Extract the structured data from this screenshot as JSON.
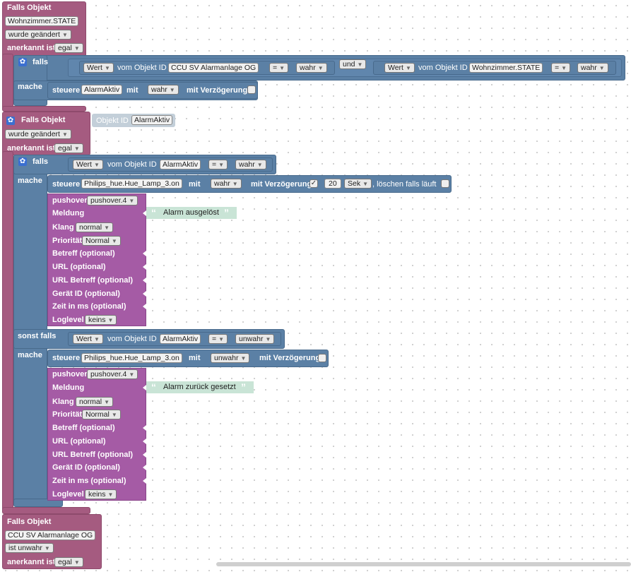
{
  "block1": {
    "falls_objekt": "Falls Objekt",
    "object": "Wohnzimmer.STATE",
    "trigger": "wurde geändert",
    "ack_label": "anerkannt ist",
    "ack_value": "egal",
    "falls": "falls",
    "mache": "mache",
    "cond1": {
      "wert": "Wert",
      "vom": "vom Objekt ID",
      "obj": "CCU SV Alarmanlage OG",
      "op": "=",
      "val": "wahr"
    },
    "und": "und",
    "cond2": {
      "wert": "Wert",
      "vom": "vom Objekt ID",
      "obj": "Wohnzimmer.STATE",
      "op": "=",
      "val": "wahr"
    },
    "steuere": "steuere",
    "target": "AlarmAktiv",
    "mit": "mit",
    "val": "wahr",
    "mit_verz": "mit Verzögerung"
  },
  "block2": {
    "falls_objekt": "Falls Objekt",
    "objekt_id": "Objekt ID",
    "object": "AlarmAktiv",
    "trigger": "wurde geändert",
    "ack_label": "anerkannt ist",
    "ack_value": "egal",
    "falls": "falls",
    "mache": "mache",
    "cond": {
      "wert": "Wert",
      "vom": "vom Objekt ID",
      "obj": "AlarmAktiv",
      "op": "=",
      "val": "wahr"
    },
    "steuere": {
      "label": "steuere",
      "target": "Philips_hue.Hue_Lamp_3.on",
      "mit": "mit",
      "val": "wahr",
      "mit_verz": "mit Verzögerung",
      "check": "✓",
      "delay": "20",
      "unit": "Sek",
      "loeschen": ", löschen falls läuft"
    },
    "push1": {
      "pushover": "pushover",
      "instance": "pushover.4",
      "meldung": "Meldung",
      "message": "Alarm ausgelöst",
      "klang": "Klang",
      "klang_val": "normal",
      "prio": "Priorität",
      "prio_val": "Normal",
      "betreff": "Betreff (optional)",
      "url": "URL (optional)",
      "url_betreff": "URL Betreff (optional)",
      "geraet": "Gerät ID (optional)",
      "zeit": "Zeit in ms (optional)",
      "loglevel": "Loglevel",
      "loglevel_val": "keins"
    },
    "sonst_falls": "sonst falls",
    "mache2": "mache",
    "cond2": {
      "wert": "Wert",
      "vom": "vom Objekt ID",
      "obj": "AlarmAktiv",
      "op": "=",
      "val": "unwahr"
    },
    "steuere2": {
      "label": "steuere",
      "target": "Philips_hue.Hue_Lamp_3.on",
      "mit": "mit",
      "val": "unwahr",
      "mit_verz": "mit Verzögerung"
    },
    "push2": {
      "pushover": "pushover",
      "instance": "pushover.4",
      "meldung": "Meldung",
      "message": "Alarm zurück gesetzt",
      "klang": "Klang",
      "klang_val": "normal",
      "prio": "Priorität",
      "prio_val": "Normal",
      "betreff": "Betreff (optional)",
      "url": "URL (optional)",
      "url_betreff": "URL Betreff (optional)",
      "geraet": "Gerät ID (optional)",
      "zeit": "Zeit in ms (optional)",
      "loglevel": "Loglevel",
      "loglevel_val": "keins"
    }
  },
  "block3": {
    "falls_objekt": "Falls Objekt",
    "object": "CCU SV Alarmanlage OG",
    "trigger": "ist unwahr",
    "ack_label": "anerkannt ist",
    "ack_value": "egal"
  },
  "colors": {
    "event": "#a55b80",
    "logic": "#5b80a5",
    "pushover": "#a55ba5",
    "text": "#c9e4d6",
    "gear": "#3b6fd0"
  },
  "icons": {
    "gear": "gear-icon",
    "dropdown": "triangle-down-icon",
    "quote": "quote-icon"
  }
}
